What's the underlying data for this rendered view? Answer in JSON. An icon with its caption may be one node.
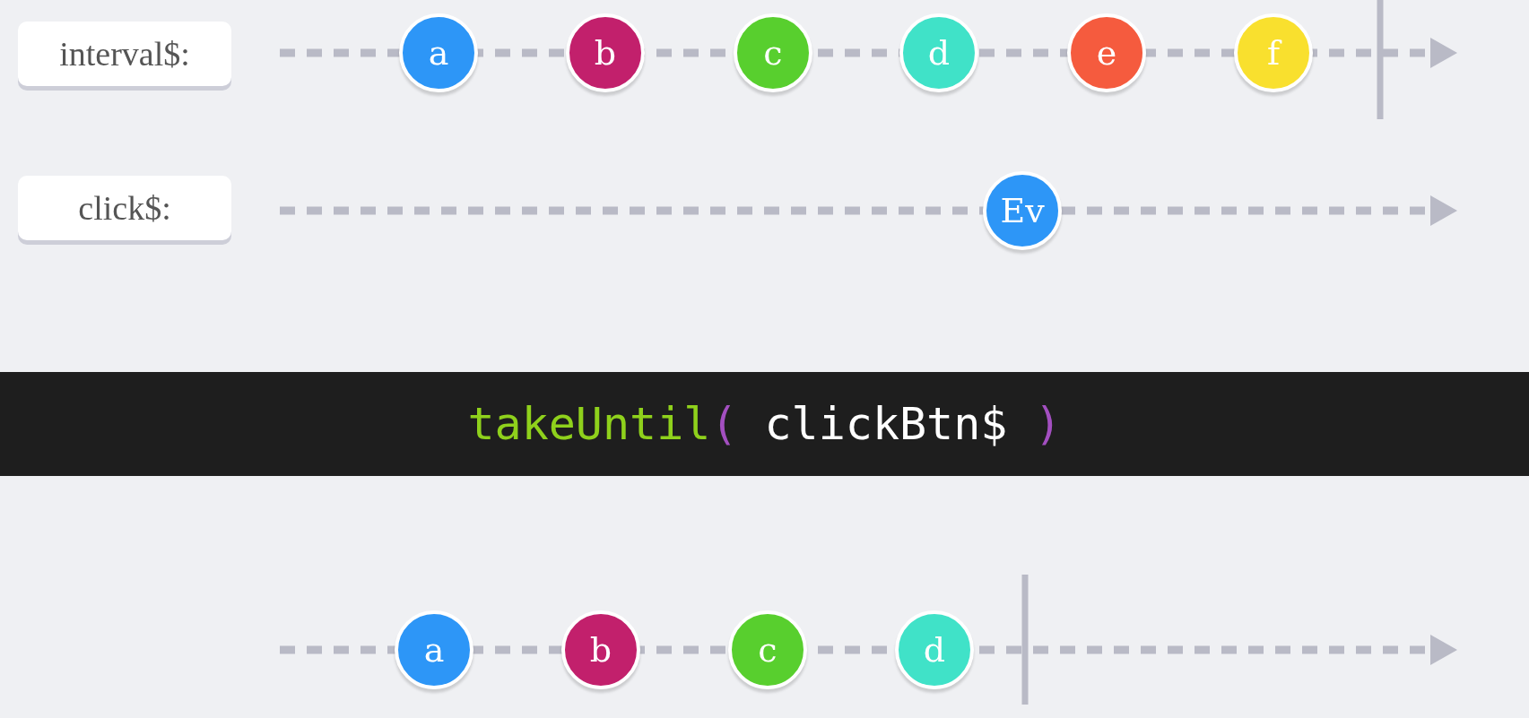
{
  "diagram": {
    "nodes": [
      {
        "text": [
          "interval$:"
        ]
      },
      {
        "text": [
          "click$:"
        ]
      },
      {
        "text": [
          "a"
        ]
      },
      {
        "text": [
          "b"
        ]
      },
      {
        "text": [
          "c"
        ]
      },
      {
        "text": [
          "d"
        ]
      },
      {
        "text": [
          "e"
        ]
      },
      {
        "text": [
          "f"
        ]
      },
      {
        "text": [
          "Ev"
        ]
      },
      {
        "text": [
          "a"
        ]
      },
      {
        "text": [
          "b"
        ]
      },
      {
        "text": [
          "c"
        ]
      },
      {
        "text": [
          "d"
        ]
      }
    ],
    "labels": [
      "takeUntil",
      "(",
      "clickBtn$",
      ")"
    ]
  }
}
